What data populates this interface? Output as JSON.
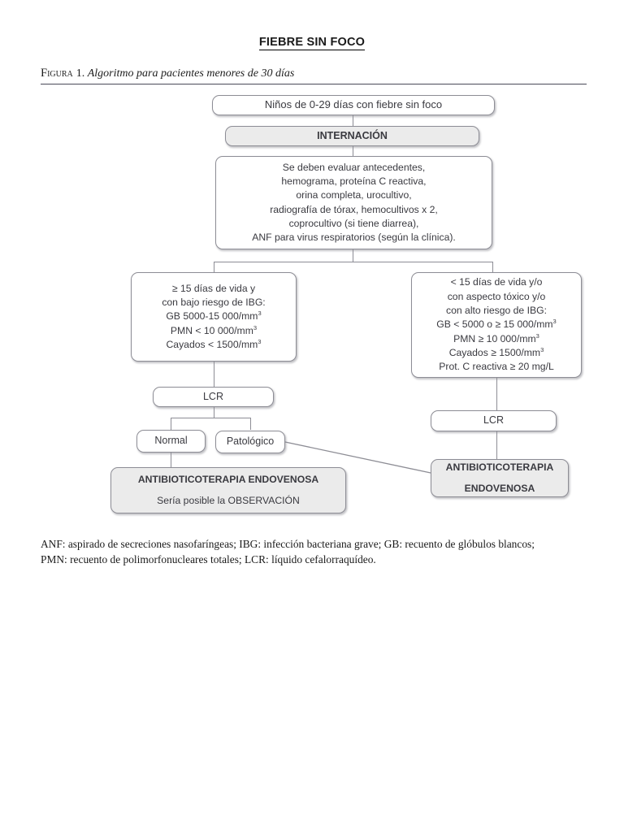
{
  "document": {
    "title": "FIEBRE SIN FOCO",
    "figure_label": "Figura",
    "figure_number": "1.",
    "figure_caption": "Algoritmo para pacientes menores de 30 días"
  },
  "flowchart": {
    "start_node": {
      "label": "Niños de 0-29 días con fiebre sin foco"
    },
    "admission_node": {
      "label": "INTERNACIÓN"
    },
    "evaluation_node": {
      "lines": [
        "Se deben evaluar antecedentes,",
        "hemograma, proteína C reactiva,",
        "orina completa, urocultivo,",
        "radiografía de tórax, hemocultivos x 2,",
        "coprocultivo (si tiene diarrea),",
        "ANF para virus respiratorios (según la clínica)."
      ]
    },
    "low_risk_node": {
      "lines": [
        "≥ 15 días de vida y",
        "con bajo riesgo de IBG:",
        "GB 5000-15 000/mm",
        "PMN < 10 000/mm",
        "Cayados < 1500/mm"
      ],
      "superscript": "3"
    },
    "high_risk_node": {
      "lines": [
        "< 15 días de vida y/o",
        "con aspecto tóxico y/o",
        "con alto riesgo de IBG:",
        "GB < 5000 o ≥ 15 000/mm",
        "PMN ≥ 10 000/mm",
        "Cayados ≥ 1500/mm",
        "Prot. C reactiva ≥ 20 mg/L"
      ],
      "superscript": "3"
    },
    "lcr_left_node": {
      "label": "LCR"
    },
    "lcr_right_node": {
      "label": "LCR"
    },
    "normal_node": {
      "label": "Normal"
    },
    "pathological_node": {
      "label": "Patológico"
    },
    "treatment_left_node": {
      "line1": "ANTIBIOTICOTERAPIA ENDOVENOSA",
      "line2": "Sería posible la OBSERVACIÓN"
    },
    "treatment_right_node": {
      "line1": "ANTIBIOTICOTERAPIA",
      "line2": "ENDOVENOSA"
    }
  },
  "footnote": {
    "line1": "ANF: aspirado de secreciones nasofaríngeas; IBG: infección bacteriana grave; GB: recuento de glóbulos blancos;",
    "line2": "PMN: recuento de polimorfonucleares totales; LCR: líquido cefalorraquídeo."
  },
  "colors": {
    "node_border": "#8d8d95",
    "node_shaded_fill": "#ebebeb",
    "text": "#3a3a40"
  }
}
